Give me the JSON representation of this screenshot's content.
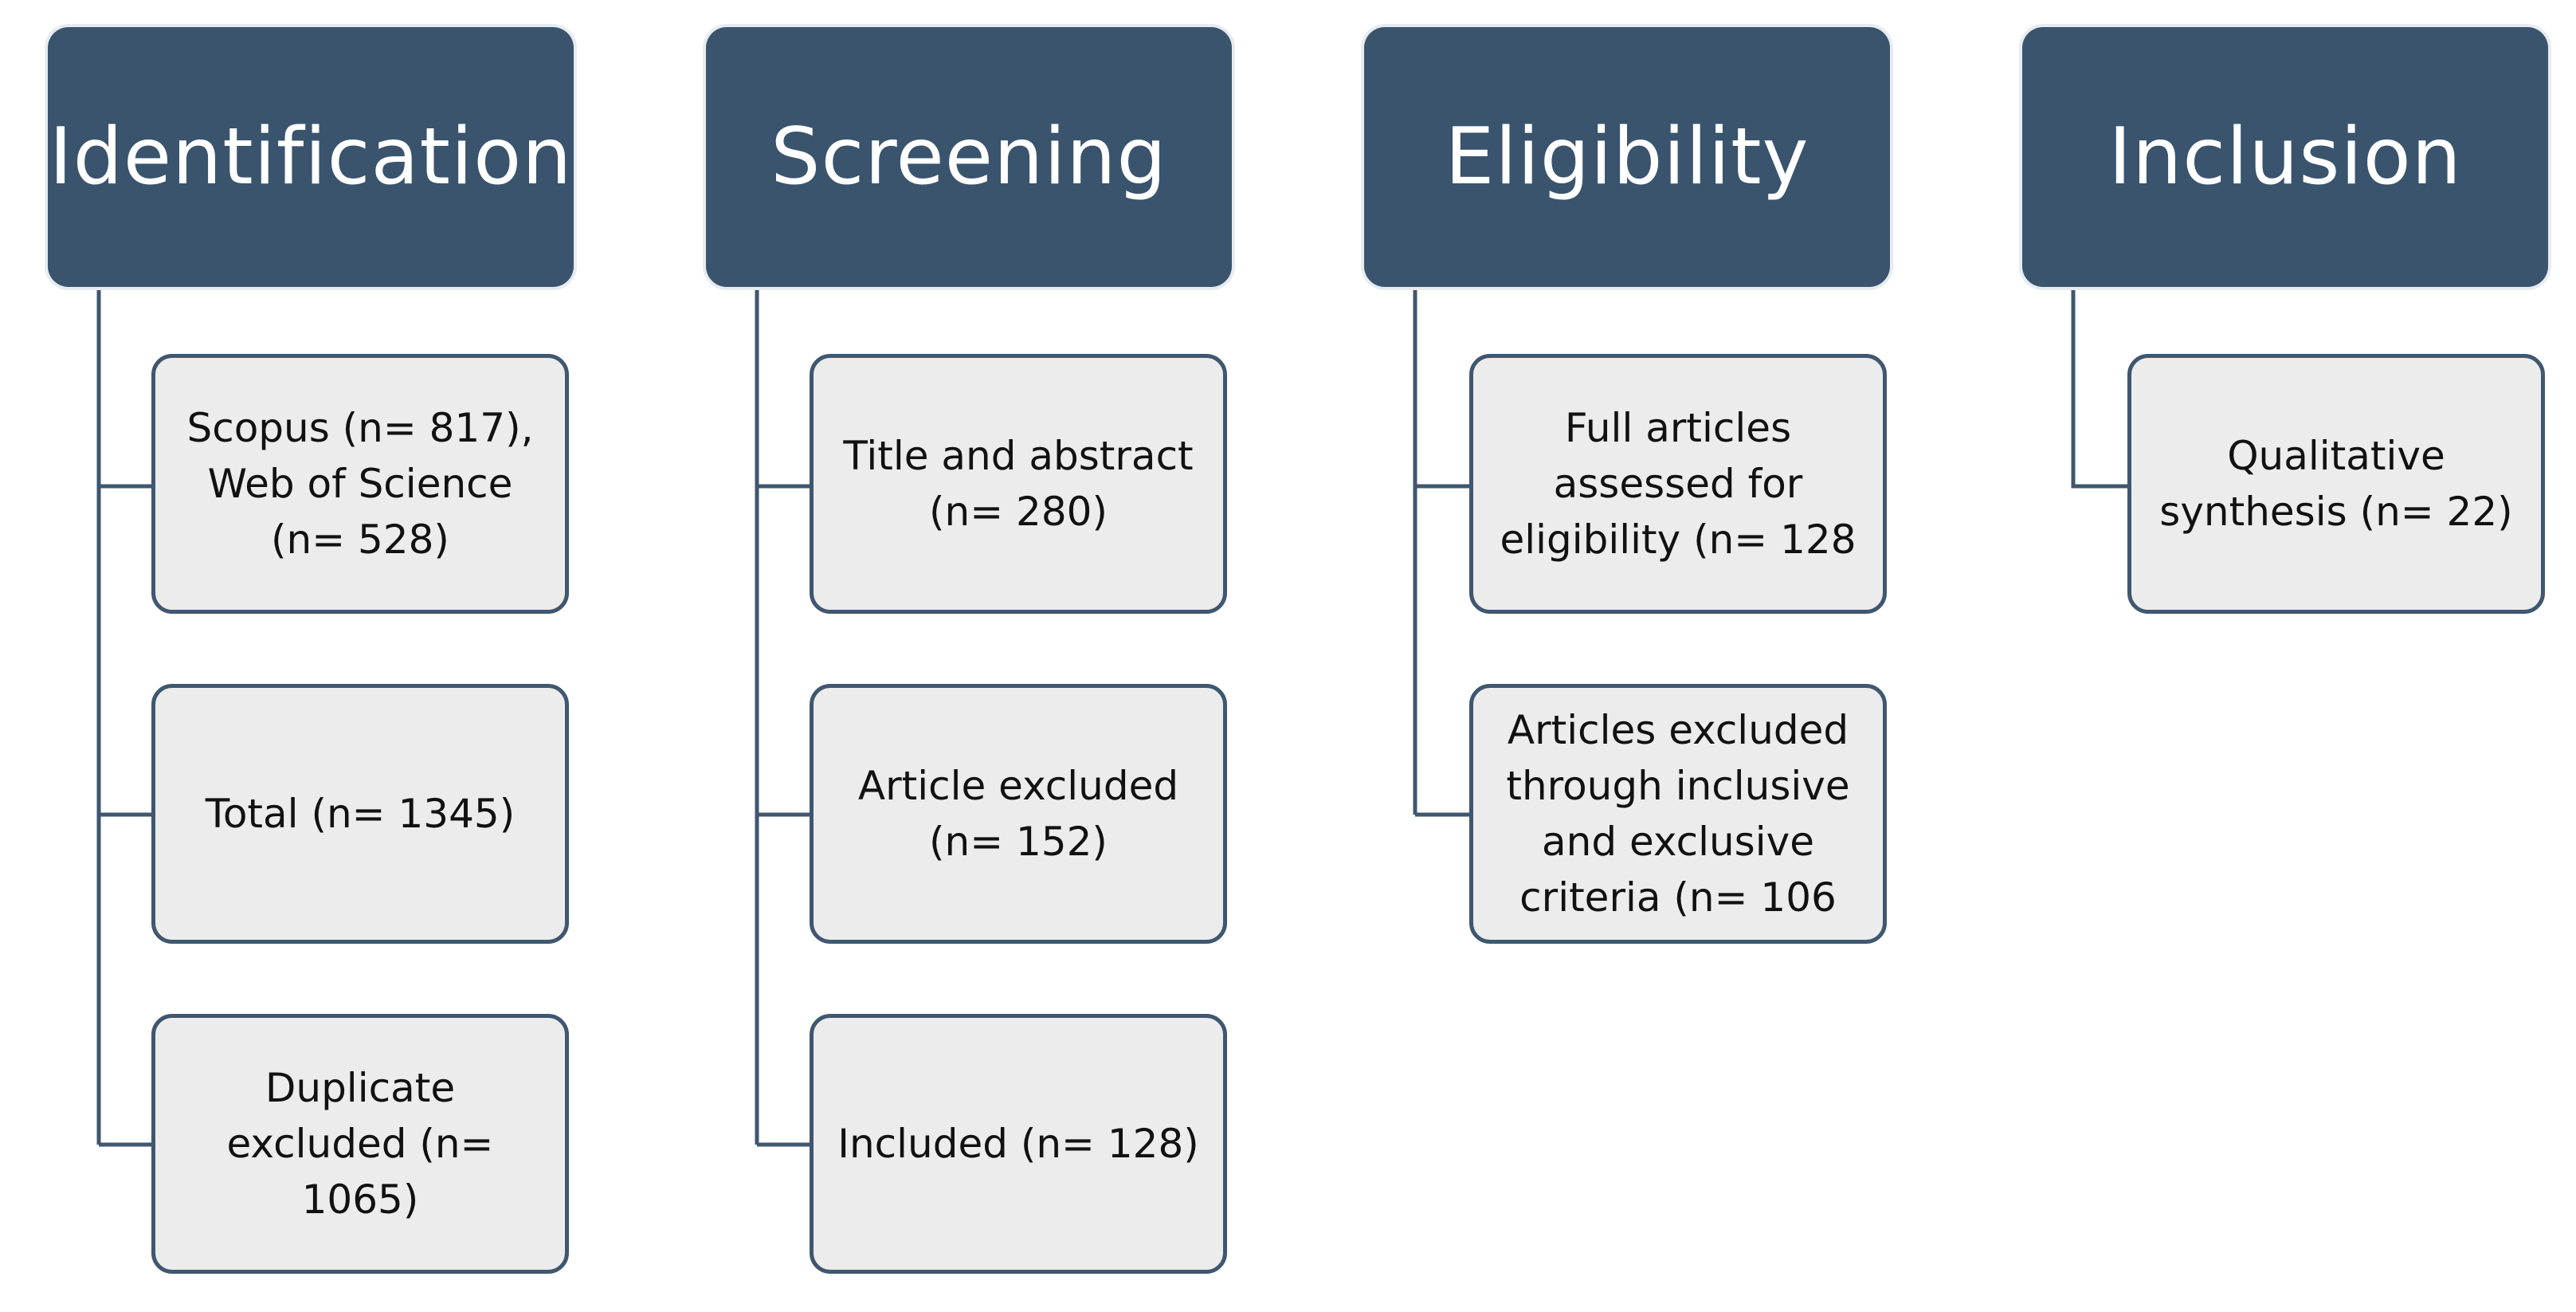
{
  "diagram": {
    "columns": [
      {
        "header": "Identification",
        "boxes": [
          "Scopus (n= 817),\nWeb of Science\n(n= 528)",
          "Total (n= 1345)",
          "Duplicate\nexcluded (n=\n1065)"
        ]
      },
      {
        "header": "Screening",
        "boxes": [
          "Title and abstract\n(n= 280)",
          "Article excluded\n(n= 152)",
          "Included (n= 128)"
        ]
      },
      {
        "header": "Eligibility",
        "boxes": [
          "Full articles\nassessed for\neligibility (n= 128",
          "Articles excluded\nthrough inclusive\nand exclusive\ncriteria (n= 106"
        ]
      },
      {
        "header": "Inclusion",
        "boxes": [
          "Qualitative\nsynthesis (n= 22)"
        ]
      }
    ]
  },
  "colors": {
    "header_fill": "#3a546e",
    "box_fill": "#ececec",
    "box_border": "#3f576f",
    "connector": "#3f576f"
  }
}
